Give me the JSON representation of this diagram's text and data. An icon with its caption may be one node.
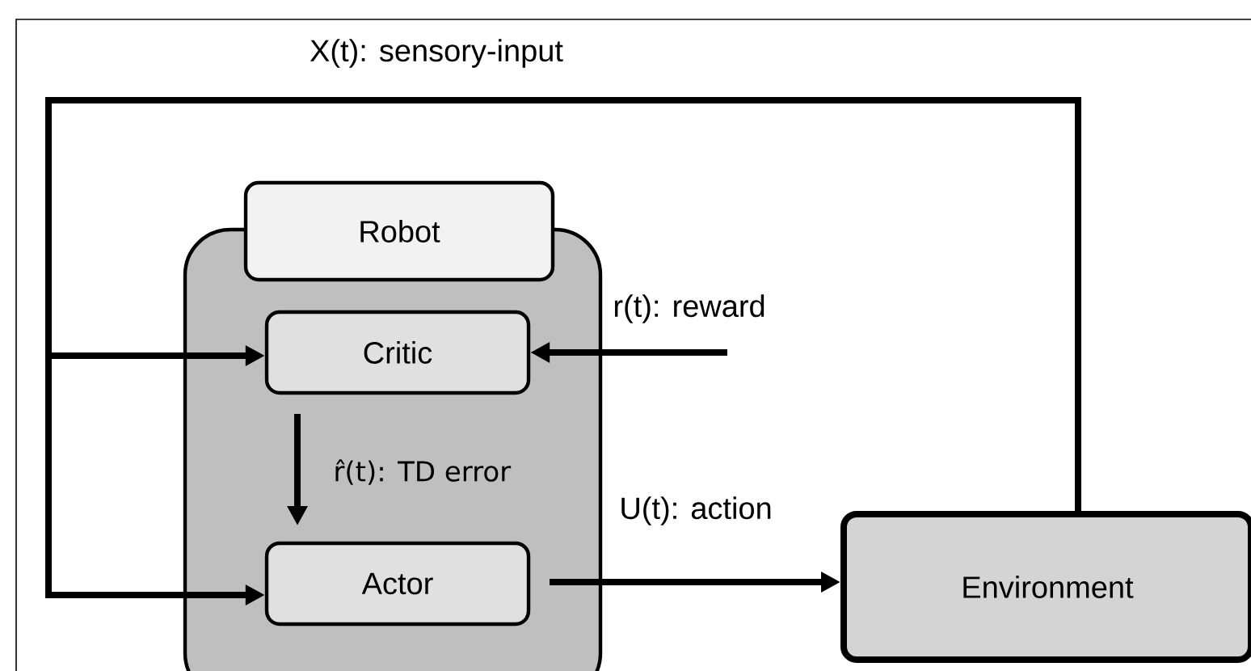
{
  "diagram": {
    "nodes": [
      {
        "text": [
          "Robot"
        ]
      },
      {
        "text": [
          "Critic"
        ],
        "in": 0
      },
      {
        "text": [
          "Actor"
        ],
        "in": 0
      },
      {
        "text": [
          "Environment"
        ]
      }
    ],
    "edges": [
      {
        "from": 3,
        "to": 1,
        "arrow": "to",
        "label": "X(t): sensory-input"
      },
      {
        "from": 3,
        "to": 2,
        "arrow": "to"
      },
      {
        "from": null,
        "to": 1,
        "arrow": "to",
        "label": "r(t): reward"
      },
      {
        "from": 1,
        "to": 2,
        "arrow": "to",
        "label": "r̂(t): TD error"
      },
      {
        "from": 2,
        "to": 3,
        "arrow": "to",
        "label": "U(t): action"
      }
    ]
  }
}
